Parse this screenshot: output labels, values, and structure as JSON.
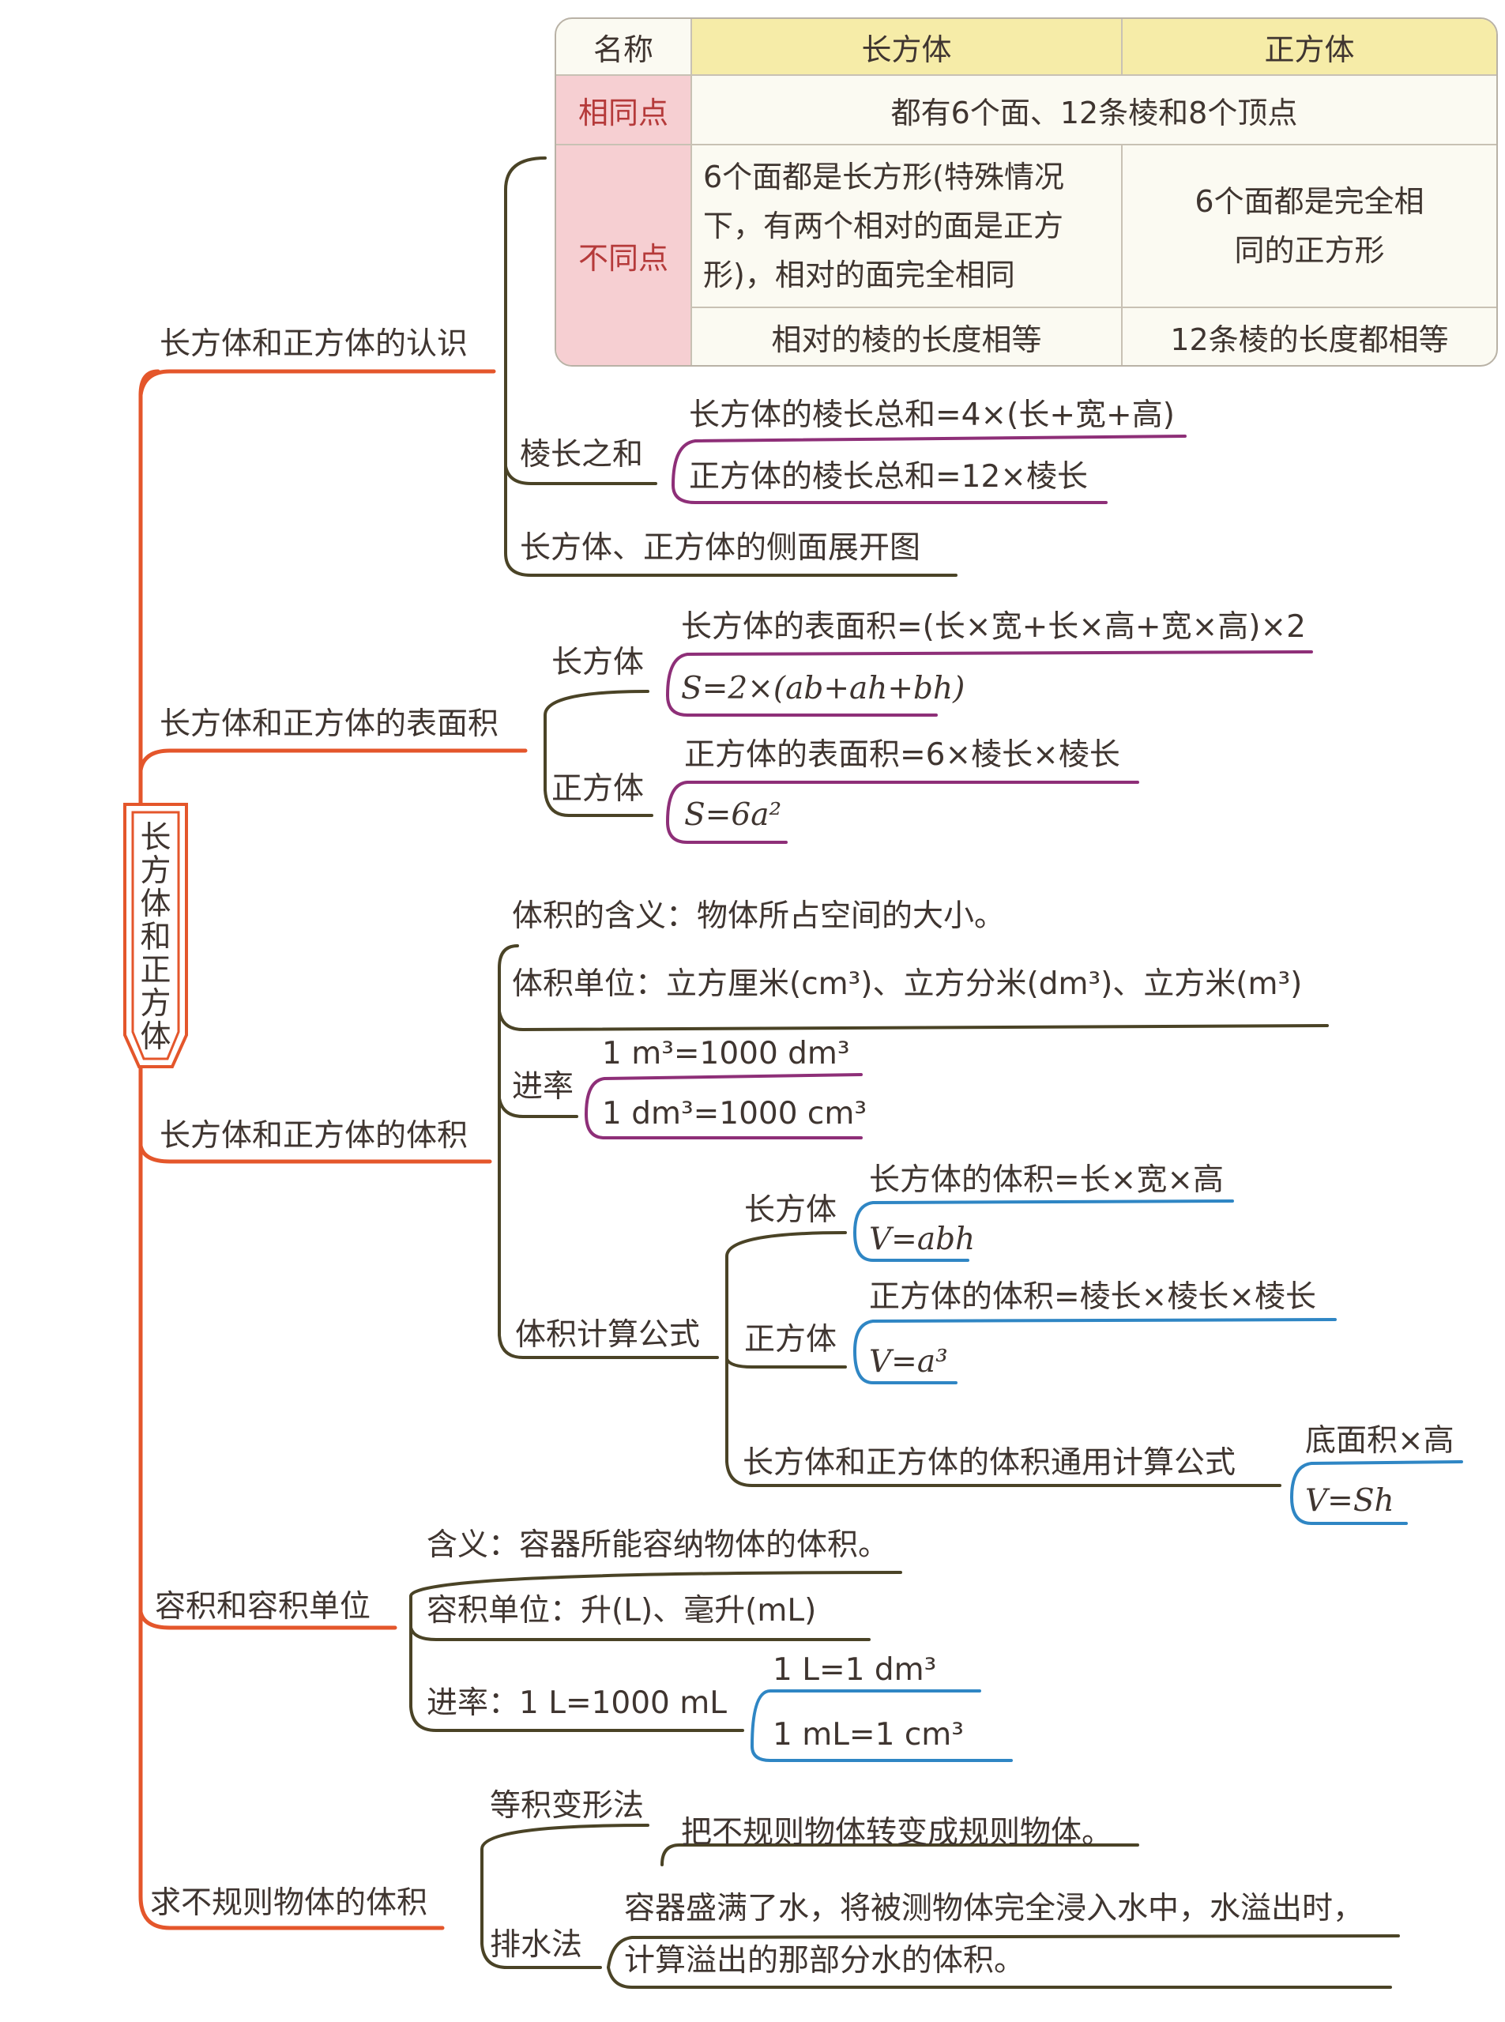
{
  "root": "长方体和正方体",
  "table": {
    "header": [
      "名称",
      "长方体",
      "正方体"
    ],
    "same_label": "相同点",
    "same_text": "都有6个面、12条棱和8个顶点",
    "diff_label": "不同点",
    "cuboid_faces": "6个面都是长方形(特殊情况下，有两个相对的面是正方形)，相对的面完全相同",
    "cube_faces": "6个面都是完全相同的正方形",
    "cuboid_edges": "相对的棱的长度相等",
    "cube_edges": "12条棱的长度都相等"
  },
  "branches": {
    "recognition": {
      "label": "长方体和正方体的认识",
      "edge_sum": "棱长之和",
      "edge_sum_cuboid": "长方体的棱长总和=4×(长+宽+高)",
      "edge_sum_cube": "正方体的棱长总和=12×棱长",
      "unfold": "长方体、正方体的侧面展开图"
    },
    "surface": {
      "label": "长方体和正方体的表面积",
      "cuboid": "长方体",
      "cuboid_formula": "长方体的表面积=(长×宽+长×高+宽×高)×2",
      "cuboid_symbol": "S=2×(ab+ah+bh)",
      "cube": "正方体",
      "cube_formula": "正方体的表面积=6×棱长×棱长",
      "cube_symbol": "S=6a²"
    },
    "volume": {
      "label": "长方体和正方体的体积",
      "meaning": "体积的含义：物体所占空间的大小。",
      "units": "体积单位：立方厘米(cm³)、立方分米(dm³)、立方米(m³)",
      "rate": "进率",
      "rate1": "1 m³=1000 dm³",
      "rate2": "1 dm³=1000 cm³",
      "formulas": "体积计算公式",
      "cuboid": "长方体",
      "cuboid_formula": "长方体的体积=长×宽×高",
      "cuboid_symbol": "V=abh",
      "cube": "正方体",
      "cube_formula": "正方体的体积=棱长×棱长×棱长",
      "cube_symbol": "V=a³",
      "general": "长方体和正方体的体积通用计算公式",
      "general_formula": "底面积×高",
      "general_symbol": "V=Sh"
    },
    "capacity": {
      "label": "容积和容积单位",
      "meaning": "含义：容器所能容纳物体的体积。",
      "units": "容积单位：升(L)、毫升(mL)",
      "rate": "进率：1 L=1000 mL",
      "rate1": "1 L=1 dm³",
      "rate2": "1 mL=1 cm³"
    },
    "irregular": {
      "label": "求不规则物体的体积",
      "method1": "等积变形法",
      "method1_text": "把不规则物体转变成规则物体。",
      "method2": "排水法",
      "method2_line1": "容器盛满了水，将被测物体完全浸入水中，水溢出时，",
      "method2_line2": "计算溢出的那部分水的体积。"
    }
  },
  "colors": {
    "trunk": "#e4562b",
    "dark_branch": "#4a4326",
    "purple": "#8e2f78",
    "blue": "#2f86c4",
    "table_header": "#f6eca8",
    "table_pink": "#f6cfd2"
  }
}
